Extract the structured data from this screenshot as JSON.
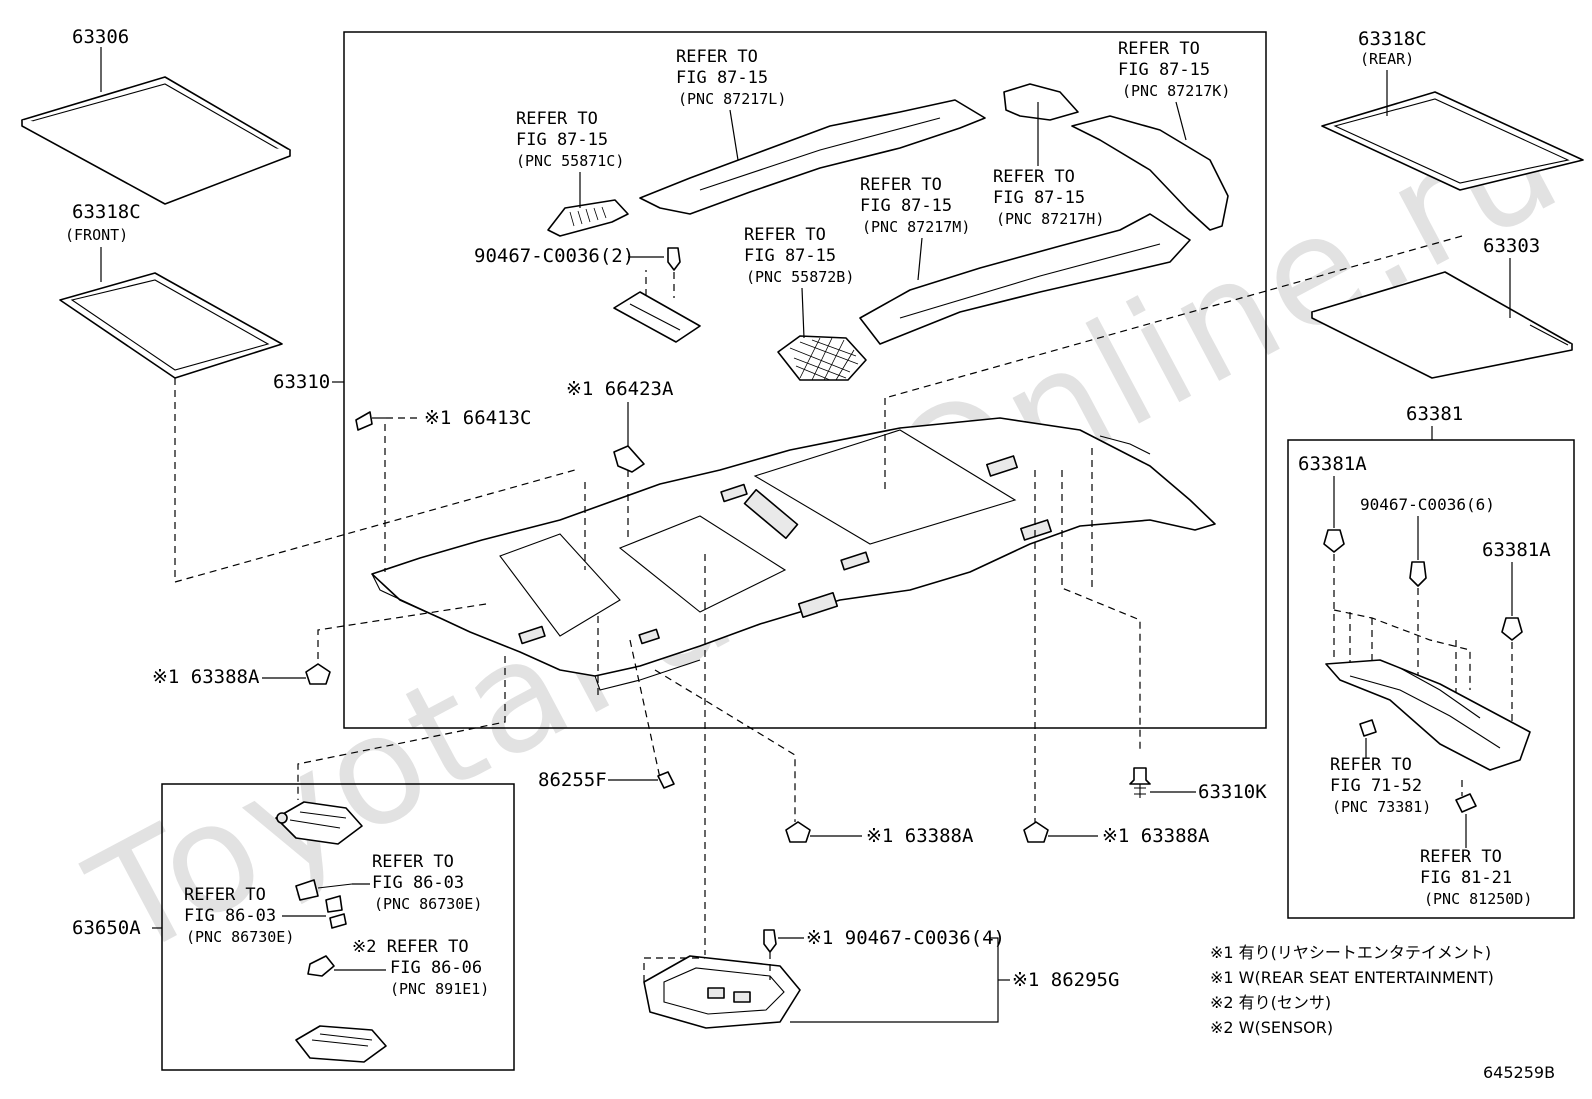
{
  "watermark": "ToyotaPartsOnline.ru",
  "labels": {
    "p63306": "63306",
    "p63318c_front": "63318C",
    "front": "(FRONT)",
    "p63318c_rear": "63318C",
    "rear": "(REAR)",
    "p63303": "63303",
    "p63310": "63310",
    "p63381": "63381",
    "p63381a_left": "63381A",
    "p63381a_right": "63381A",
    "p90467_6": "90467-C0036(6)",
    "p90467_2": "90467-C0036(2)",
    "p66413c": "※1 66413C",
    "p66423a": "※1 66423A",
    "p63388a_left": "※1 63388A",
    "p63388a_mid": "※1 63388A",
    "p63388a_right": "※1 63388A",
    "p86255f": "86255F",
    "p63310k": "63310K",
    "p63650a": "63650A",
    "p90467_4": "※1 90467-C0036(4)",
    "p86295g": "※1 86295G",
    "diagram_id": "645259B"
  },
  "refs": {
    "r87217l": [
      "REFER TO",
      "FIG 87-15",
      "(PNC 87217L)"
    ],
    "r87217k": [
      "REFER TO",
      "FIG 87-15",
      "(PNC 87217K)"
    ],
    "r55871c": [
      "REFER TO",
      "FIG 87-15",
      "(PNC 55871C)"
    ],
    "r87217m": [
      "REFER TO",
      "FIG 87-15",
      "(PNC 87217M)"
    ],
    "r87217h": [
      "REFER TO",
      "FIG 87-15",
      "(PNC 87217H)"
    ],
    "r55872b": [
      "REFER TO",
      "FIG 87-15",
      "(PNC 55872B)"
    ],
    "r86730e_a": [
      "REFER TO",
      "FIG 86-03",
      "(PNC 86730E)"
    ],
    "r86730e_b": [
      "REFER TO",
      "FIG 86-03",
      "(PNC 86730E)"
    ],
    "r891e1": [
      "※2 REFER TO",
      "FIG 86-06",
      "(PNC 891E1)"
    ],
    "r73381": [
      "REFER TO",
      "FIG 71-52",
      "(PNC 73381)"
    ],
    "r81250d": [
      "REFER TO",
      "FIG 81-21",
      "(PNC 81250D)"
    ]
  },
  "notes": [
    "※1 有り(リヤシートエンタテイメント)",
    "※1 W(REAR SEAT ENTERTAINMENT)",
    "※2 有り(センサ)",
    "※2 W(SENSOR)"
  ]
}
